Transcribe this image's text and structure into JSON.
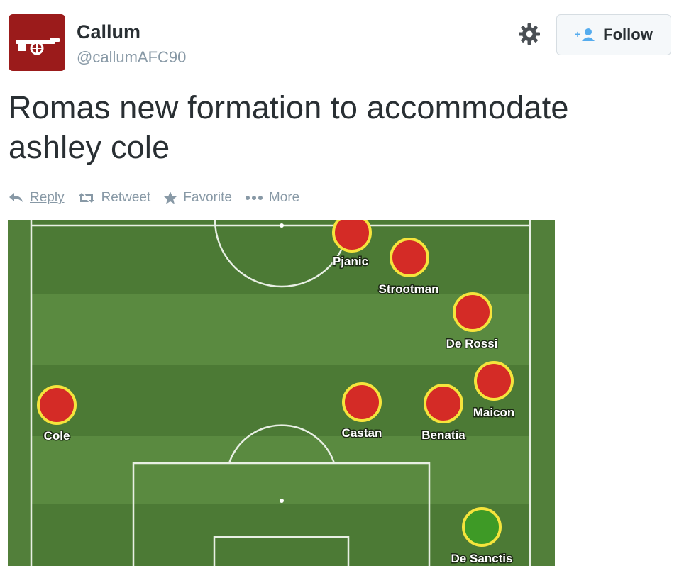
{
  "profile": {
    "name": "Callum",
    "handle": "@callumAFC90",
    "avatar_icon": "cannon-icon",
    "avatar_color": "#9b1b1b"
  },
  "header": {
    "settings_icon": "gear-icon",
    "follow_label": "Follow",
    "follow_icon": "add-user-icon"
  },
  "tweet": {
    "text_line1": "Romas new formation to accommodate",
    "text_line2": "ashley cole"
  },
  "actions": {
    "reply": "Reply",
    "retweet": "Retweet",
    "favorite": "Favorite",
    "more": "More"
  },
  "pitch": {
    "colors": {
      "grass_dark": "#4c7a35",
      "grass_light": "#5a8a40",
      "side": "#527f3a",
      "outfield_player": "#d42b26",
      "goalkeeper": "#3e9a26",
      "ring": "#f5e43c"
    },
    "players": [
      {
        "name": "Pjanic",
        "role": "outfield"
      },
      {
        "name": "Strootman",
        "role": "outfield"
      },
      {
        "name": "De Rossi",
        "role": "outfield"
      },
      {
        "name": "Maicon",
        "role": "outfield"
      },
      {
        "name": "Cole",
        "role": "outfield"
      },
      {
        "name": "Castan",
        "role": "outfield"
      },
      {
        "name": "Benatia",
        "role": "outfield"
      },
      {
        "name": "De Sanctis",
        "role": "goalkeeper"
      }
    ]
  }
}
